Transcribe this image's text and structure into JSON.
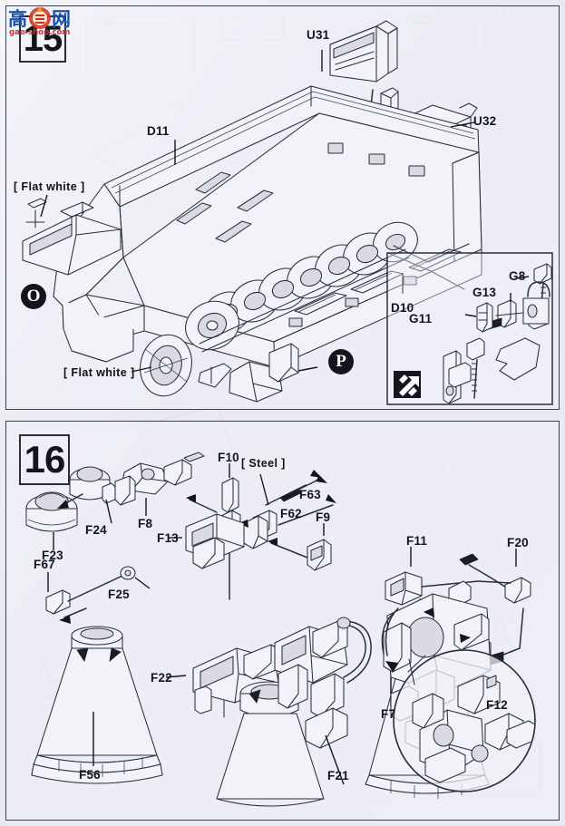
{
  "document": {
    "type": "model-kit-assembly-instructions",
    "sheet_background": "#e9eaf2",
    "ink_color": "#2b2e3c"
  },
  "watermark": {
    "name": "gao-shop-watermark",
    "chinese_left": "高",
    "chinese_right": "网",
    "url_text": "gao-shop.com"
  },
  "steps": [
    {
      "id": "step-15",
      "number": "15",
      "paint_labels": [
        {
          "text": "[ Flat white ]"
        },
        {
          "text": "[ Flat white ]"
        }
      ],
      "part_labels": [
        {
          "text": "U31"
        },
        {
          "text": "D11"
        },
        {
          "text": "U32"
        },
        {
          "text": "D10"
        },
        {
          "text": "G8"
        },
        {
          "text": "G13"
        },
        {
          "text": "G11"
        }
      ],
      "circle_tags": [
        {
          "text": "O"
        },
        {
          "text": "P"
        }
      ],
      "detail_callout": {
        "name": "detail-callout-box",
        "magnify_icon": "magnify-arrows-icon"
      }
    },
    {
      "id": "step-16",
      "number": "16",
      "paint_labels": [
        {
          "text": "[ Steel ]"
        }
      ],
      "part_labels": [
        {
          "text": "F8"
        },
        {
          "text": "F10"
        },
        {
          "text": "F62"
        },
        {
          "text": "F63"
        },
        {
          "text": "F9"
        },
        {
          "text": "F13"
        },
        {
          "text": "F11"
        },
        {
          "text": "F20"
        },
        {
          "text": "F12"
        },
        {
          "text": "F23"
        },
        {
          "text": "F24"
        },
        {
          "text": "F67"
        },
        {
          "text": "F25"
        },
        {
          "text": "F22"
        },
        {
          "text": "F21"
        },
        {
          "text": "F56"
        },
        {
          "text": "F7"
        }
      ],
      "detail_callout": {
        "name": "detail-circle-inset"
      }
    }
  ]
}
